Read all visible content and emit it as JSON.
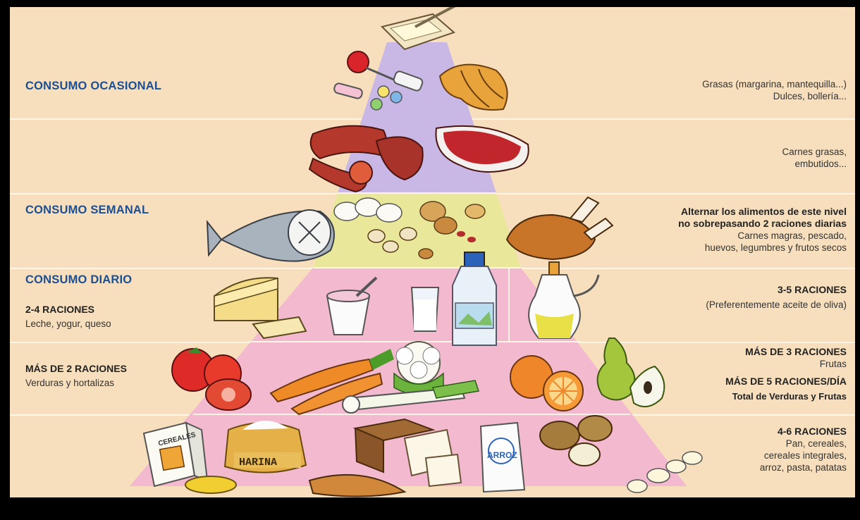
{
  "left": {
    "ocasional": "CONSUMO OCASIONAL",
    "semanal": "CONSUMO SEMANAL",
    "diario": "CONSUMO DIARIO",
    "lacteos_raciones": "2-4 RACIONES",
    "lacteos_text": "Leche, yogur, queso",
    "verduras_raciones": "MÁS DE 2 RACIONES",
    "verduras_text": "Verduras y hortalizas"
  },
  "right": {
    "grasas_line1": "Grasas (margarina, mantequilla...)",
    "grasas_line2": "Dulces, bollería...",
    "carnes_line1": "Carnes grasas,",
    "carnes_line2": "embutidos...",
    "semanal_bold1": "Alternar los alimentos de este nivel",
    "semanal_bold2": "no sobrepasando 2 raciones diarias",
    "semanal_line1": "Carnes magras, pescado,",
    "semanal_line2": "huevos, legumbres y frutos secos",
    "aceite_raciones": "3-5 RACIONES",
    "aceite_text": "(Preferentemente aceite de oliva)",
    "frutas_raciones": "MÁS DE 3 RACIONES",
    "frutas_text": "Frutas",
    "total_raciones": "MÁS DE 5 RACIONES/DÍA",
    "total_text": "Total de Verduras y Frutas",
    "cereales_raciones": "4-6 RACIONES",
    "cereales_line1": "Pan, cereales,",
    "cereales_line2": "cereales integrales,",
    "cereales_line3": "arroz, pasta, patatas"
  },
  "packages": {
    "cereales": "CEREALES",
    "harina": "HARINA",
    "arroz": "ARROZ"
  },
  "colors": {
    "background": "#f7dfbd",
    "top_tier": "#c9b8e6",
    "weekly_tier": "#e9e79a",
    "daily_tier": "#f3b9cf",
    "heading_blue": "#1b4f93"
  }
}
